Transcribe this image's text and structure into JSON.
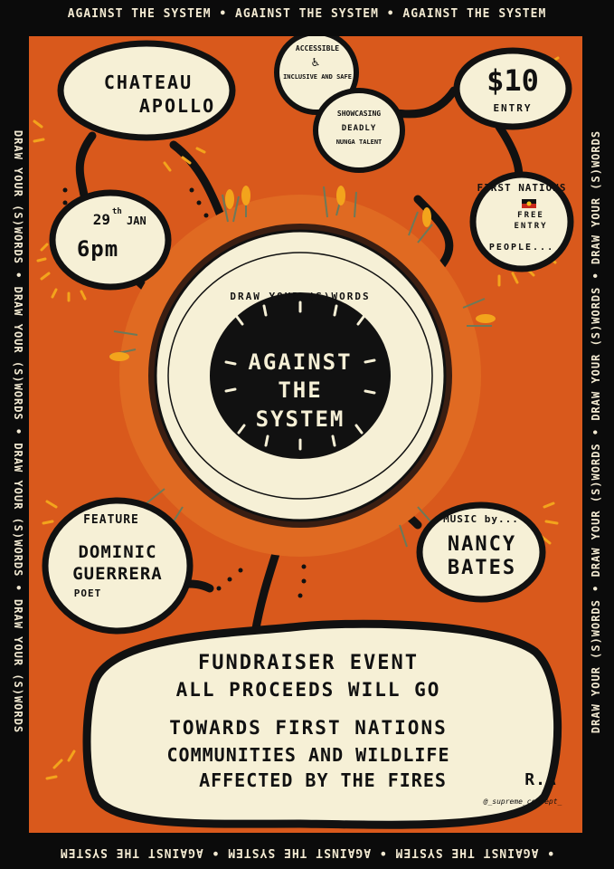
{
  "border": {
    "top": "AGAINST THE SYSTEM • AGAINST THE SYSTEM • AGAINST THE SYSTEM",
    "bottom": "• AGAINST THE SYSTEM • AGAINST THE SYSTEM • AGAINST THE SYSTEM",
    "left": "DRAW YOUR (S)WORDS • DRAW YOUR (S)WORDS • DRAW YOUR (S)WORDS • DRAW YOUR (S)WORDS",
    "right": "DRAW YOUR (S)WORDS • DRAW YOUR (S)WORDS • DRAW YOUR (S)WORDS • DRAW YOUR (S)WORDS"
  },
  "venue": {
    "line1": "CHATEAU",
    "line2": "APOLLO"
  },
  "accessible": {
    "line1": "ACCESSIBLE",
    "line2": "INCLUSIVE AND SAFE",
    "icon": "wheelchair-icon"
  },
  "showcasing": {
    "line1": "SHOWCASING",
    "line2": "DEADLY",
    "line3": "NUNGA TALENT"
  },
  "price": {
    "amount": "$10",
    "label": "ENTRY"
  },
  "first_nations": {
    "line1": "FIRST NATIONS",
    "line2": "FREE",
    "line3": "ENTRY",
    "line4": "PEOPLE..."
  },
  "date": {
    "day": "29",
    "suffix": "th",
    "month": "JAN",
    "time": "6pm"
  },
  "center": {
    "tagline": "DRAW YOUR (S)WORDS",
    "title1": "AGAINST",
    "title2": "THE",
    "title3": "SYSTEM"
  },
  "feature": {
    "label": "FEATURE",
    "name1": "DOMINIC",
    "name2": "GUERRERA",
    "role": "POET"
  },
  "music": {
    "label": "MUSIC by...",
    "name1": "NANCY",
    "name2": "BATES"
  },
  "fundraiser": {
    "line1": "FUNDRAISER EVENT",
    "line2": "ALL PROCEEDS WILL GO",
    "line3": "TOWARDS FIRST NATIONS",
    "line4": "COMMUNITIES AND WILDLIFE",
    "line5": "AFFECTED BY THE FIRES"
  },
  "signature": {
    "initials": "R.A",
    "handle": "@_supreme_concept_"
  },
  "colors": {
    "background": "#d9591c",
    "bubble": "#f6f0d6",
    "ink": "#111111",
    "accent": "#f3a41c",
    "frame": "#0b0b0b"
  }
}
